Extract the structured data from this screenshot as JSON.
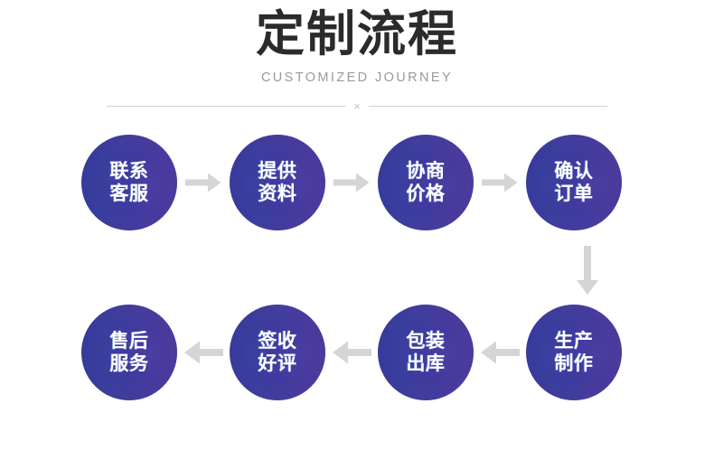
{
  "header": {
    "title": "定制流程",
    "subtitle": "CUSTOMIZED JOURNEY",
    "divider_mark": "×"
  },
  "colors": {
    "node_gradient_start": "#4a3fa3",
    "node_gradient_end": "#30379a",
    "node_text": "#ffffff",
    "title_text": "#2b2b2b",
    "subtitle_text": "#9a9a9a",
    "divider_line": "#cfcfcf",
    "divider_mark": "#c2c2c2",
    "arrow": "#d5d5d5",
    "background": "#ffffff"
  },
  "flow": {
    "row_top": {
      "nodes": [
        {
          "id": "contact-support",
          "label": "联系\n客服"
        },
        {
          "id": "provide-materials",
          "label": "提供\n资料"
        },
        {
          "id": "negotiate-price",
          "label": "协商\n价格"
        },
        {
          "id": "confirm-order",
          "label": "确认\n订单"
        }
      ],
      "arrows": [
        {
          "id": "arrow-right-1",
          "direction": "right"
        },
        {
          "id": "arrow-right-2",
          "direction": "right"
        },
        {
          "id": "arrow-right-3",
          "direction": "right"
        }
      ]
    },
    "connector": {
      "id": "arrow-down",
      "direction": "down"
    },
    "row_bottom": {
      "nodes": [
        {
          "id": "after-sales-service",
          "label": "售后\n服务"
        },
        {
          "id": "sign-and-review",
          "label": "签收\n好评"
        },
        {
          "id": "packing-shipping",
          "label": "包装\n出库"
        },
        {
          "id": "production",
          "label": "生产\n制作"
        }
      ],
      "arrows": [
        {
          "id": "arrow-left-1",
          "direction": "left"
        },
        {
          "id": "arrow-left-2",
          "direction": "left"
        },
        {
          "id": "arrow-left-3",
          "direction": "left"
        }
      ]
    }
  }
}
